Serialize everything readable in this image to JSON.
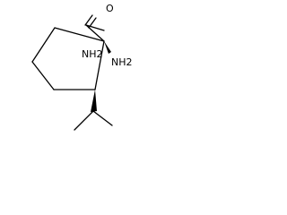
{
  "molecule": {
    "atoms": {
      "carbonyl_oxygen": "O",
      "amide_nitrogen": "NH2",
      "amino_nitrogen": "NH2"
    }
  },
  "colors": {
    "line": "#000000",
    "background": "#ffffff"
  }
}
